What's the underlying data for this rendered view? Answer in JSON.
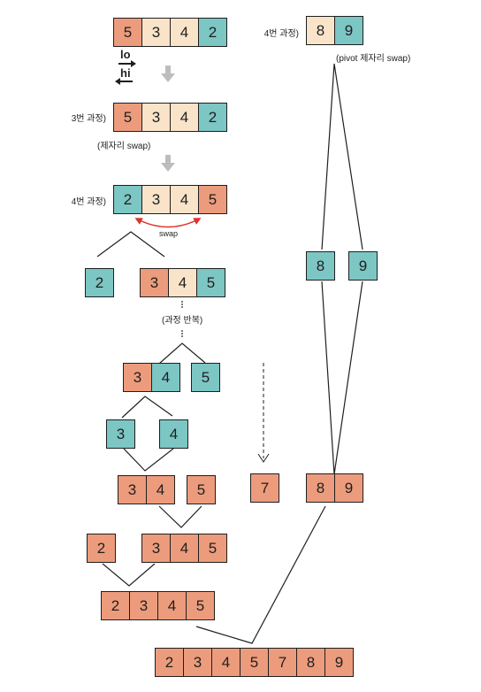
{
  "colors": {
    "orange": "#ec9c7c",
    "teal": "#7cc6c4",
    "cream": "#f9e4c9",
    "swap_arrow": "#e0312b",
    "step_arrow": "#bdbdbd"
  },
  "icons": {
    "step_arrow": "down-arrow-icon",
    "swap": "curved-double-arrow-icon",
    "ellipsis": "vertical-ellipsis-icon"
  },
  "pointers": {
    "lo": "lo",
    "hi": "hi"
  },
  "labels": {
    "step3": "3번 과정)",
    "inplace_swap": "(제자리 swap)",
    "step4": "4번 과정)",
    "swap": "swap",
    "repeat": "(과정 반복)",
    "right_step4": "4번 과정)",
    "pivot_swap": "(pivot 제자리 swap)"
  },
  "arrays": {
    "initial": {
      "values": [
        "5",
        "3",
        "4",
        "2"
      ],
      "colors": [
        "orange",
        "cream",
        "cream",
        "teal"
      ]
    },
    "after_step3": {
      "values": [
        "5",
        "3",
        "4",
        "2"
      ],
      "colors": [
        "orange",
        "cream",
        "cream",
        "teal"
      ]
    },
    "after_step4": {
      "values": [
        "2",
        "3",
        "4",
        "5"
      ],
      "colors": [
        "teal",
        "cream",
        "cream",
        "orange"
      ]
    },
    "split_left": {
      "values": [
        "2"
      ],
      "colors": [
        "teal"
      ]
    },
    "split_right": {
      "values": [
        "3",
        "4",
        "5"
      ],
      "colors": [
        "orange",
        "cream",
        "teal"
      ]
    },
    "sub_34": {
      "values": [
        "3",
        "4"
      ],
      "colors": [
        "orange",
        "teal"
      ]
    },
    "sub_5": {
      "values": [
        "5"
      ],
      "colors": [
        "teal"
      ]
    },
    "leaf_3": {
      "values": [
        "3"
      ],
      "colors": [
        "teal"
      ]
    },
    "leaf_4": {
      "values": [
        "4"
      ],
      "colors": [
        "teal"
      ]
    },
    "merged_34": {
      "values": [
        "3",
        "4"
      ],
      "colors": [
        "orange",
        "orange"
      ]
    },
    "merged_5": {
      "values": [
        "5"
      ],
      "colors": [
        "orange"
      ]
    },
    "merged_2": {
      "values": [
        "2"
      ],
      "colors": [
        "orange"
      ]
    },
    "merged_345": {
      "values": [
        "3",
        "4",
        "5"
      ],
      "colors": [
        "orange",
        "orange",
        "orange"
      ]
    },
    "merged_2345": {
      "values": [
        "2",
        "3",
        "4",
        "5"
      ],
      "colors": [
        "orange",
        "orange",
        "orange",
        "orange"
      ]
    },
    "right_89": {
      "values": [
        "8",
        "9"
      ],
      "colors": [
        "cream",
        "teal"
      ]
    },
    "right_8": {
      "values": [
        "8"
      ],
      "colors": [
        "teal"
      ]
    },
    "right_9": {
      "values": [
        "9"
      ],
      "colors": [
        "teal"
      ]
    },
    "pivot_7": {
      "values": [
        "7"
      ],
      "colors": [
        "orange"
      ]
    },
    "merged_89": {
      "values": [
        "8",
        "9"
      ],
      "colors": [
        "orange",
        "orange"
      ]
    },
    "final": {
      "values": [
        "2",
        "3",
        "4",
        "5",
        "7",
        "8",
        "9"
      ],
      "colors": [
        "orange",
        "orange",
        "orange",
        "orange",
        "orange",
        "orange",
        "orange"
      ]
    }
  }
}
